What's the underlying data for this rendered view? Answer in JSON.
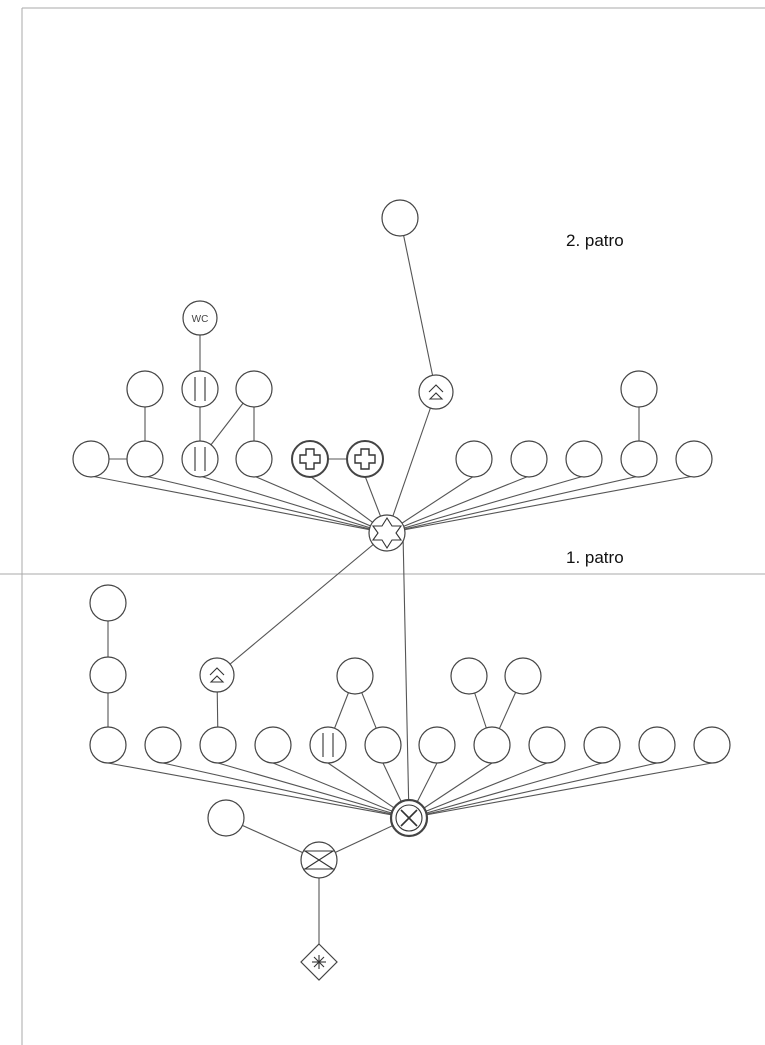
{
  "floors": {
    "upper": "2. patro",
    "lower": "1. patro"
  },
  "symbols": {
    "wc": "WC"
  }
}
